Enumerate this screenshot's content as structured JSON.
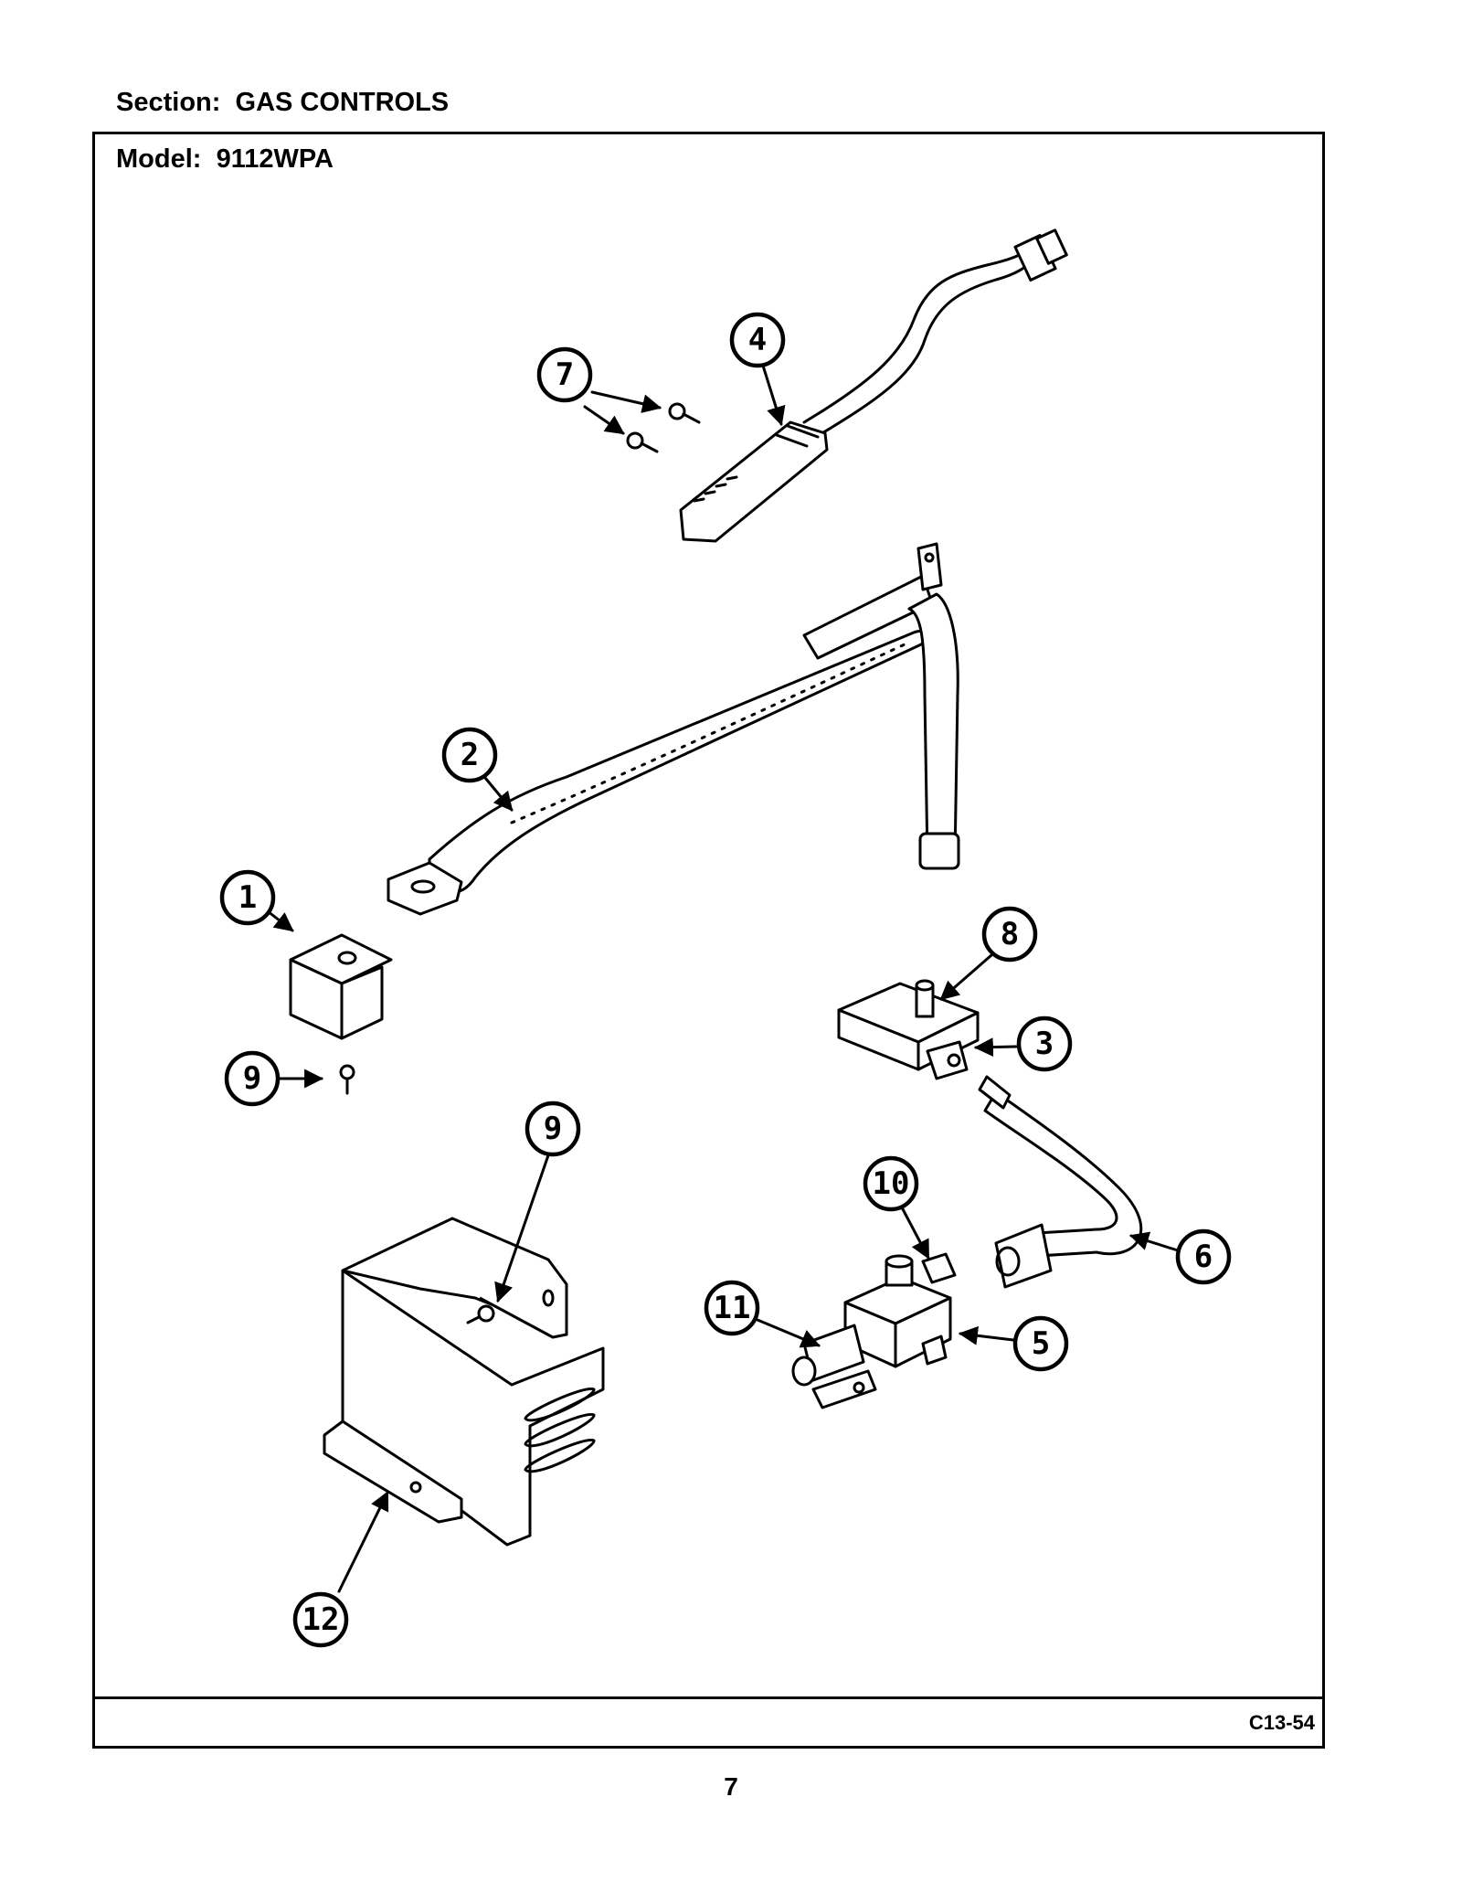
{
  "header": {
    "section_label": "Section:",
    "section_value": "GAS CONTROLS",
    "model_label": "Model:",
    "model_value": "9112WPA"
  },
  "figure_code": "C13-54",
  "page_number": "7",
  "callouts": [
    {
      "id": "c1",
      "label": "1"
    },
    {
      "id": "c2",
      "label": "2"
    },
    {
      "id": "c3",
      "label": "3"
    },
    {
      "id": "c4",
      "label": "4"
    },
    {
      "id": "c5",
      "label": "5"
    },
    {
      "id": "c6",
      "label": "6"
    },
    {
      "id": "c7",
      "label": "7"
    },
    {
      "id": "c8",
      "label": "8"
    },
    {
      "id": "c9a",
      "label": "9"
    },
    {
      "id": "c9b",
      "label": "9"
    },
    {
      "id": "c10",
      "label": "10"
    },
    {
      "id": "c11",
      "label": "11"
    },
    {
      "id": "c12",
      "label": "12"
    }
  ]
}
